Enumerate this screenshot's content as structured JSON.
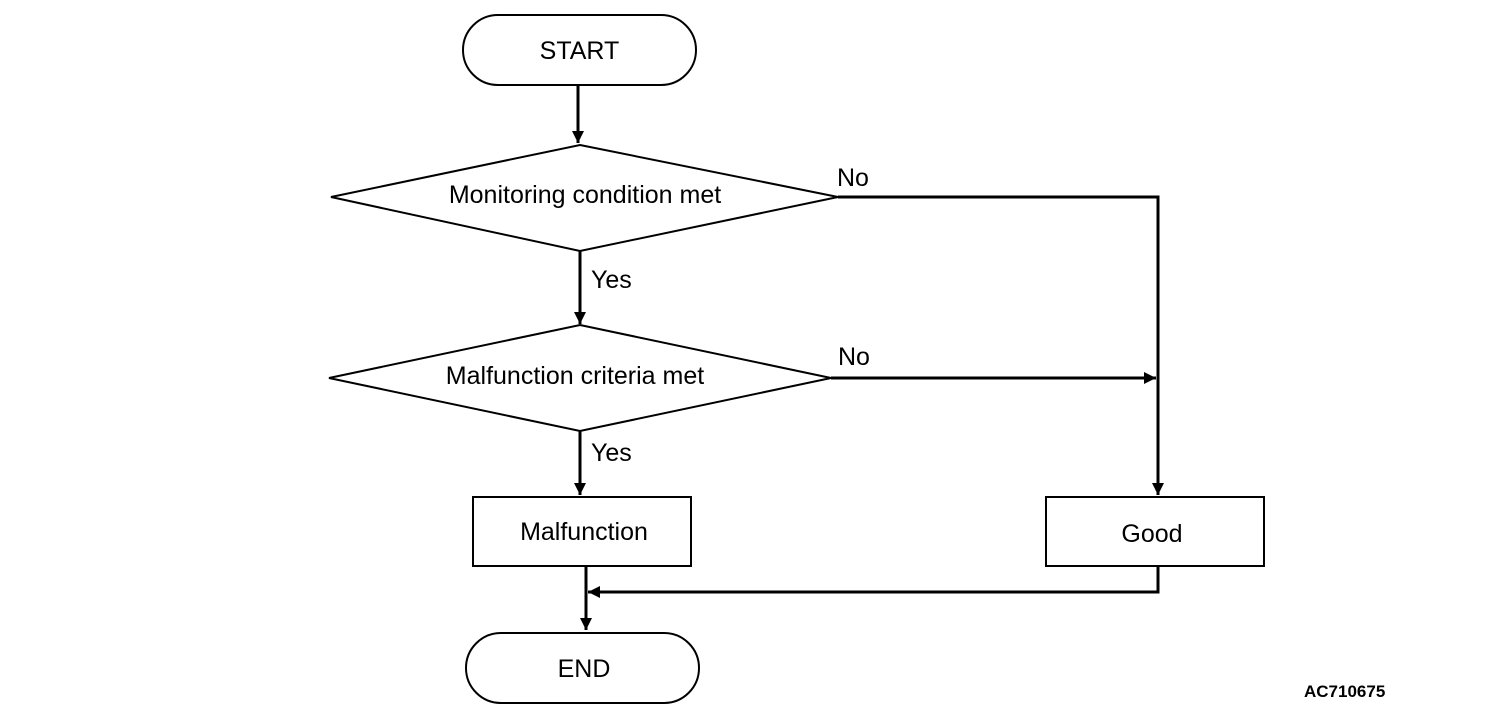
{
  "nodes": {
    "start": {
      "label": "START"
    },
    "monitoring": {
      "label": "Monitoring condition met"
    },
    "criteria": {
      "label": "Malfunction criteria met"
    },
    "malfunction": {
      "label": "Malfunction"
    },
    "good": {
      "label": "Good"
    },
    "end": {
      "label": "END"
    }
  },
  "edges": {
    "monitoring_no": "No",
    "monitoring_yes": "Yes",
    "criteria_no": "No",
    "criteria_yes": "Yes"
  },
  "figure_id": "AC710675",
  "colors": {
    "line": "#000000",
    "background": "#ffffff"
  }
}
